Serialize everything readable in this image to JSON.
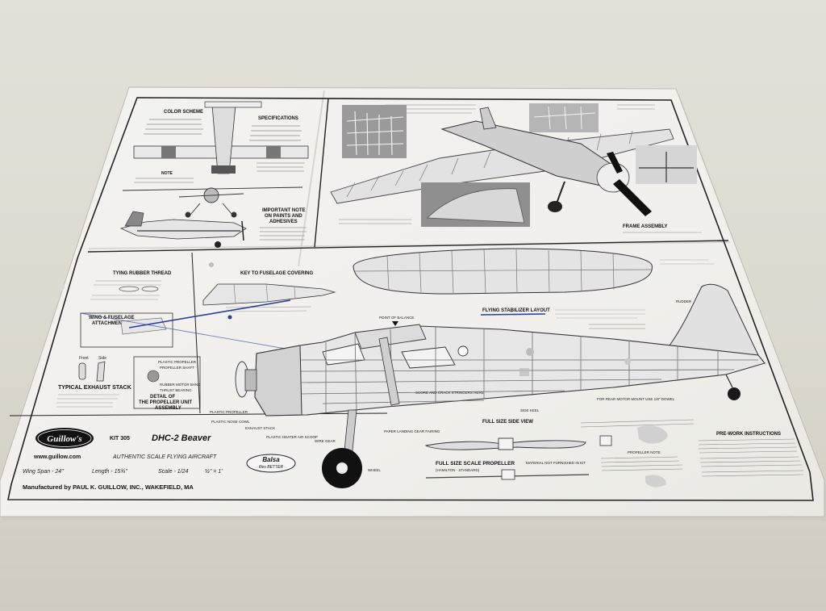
{
  "sheet": {
    "brand_logo": "Guillow's",
    "website": "www.guillow.com",
    "kit_number": "KIT 305",
    "model_name": "DHC-2 Beaver",
    "tagline": "AUTHENTIC SCALE FLYING AIRCRAFT",
    "wing_span": "Wing Span - 24\"",
    "length": "Length - 15¾\"",
    "scale": "Scale - 1/24",
    "scale_ratio": "½\" = 1'",
    "manufacturer": "Manufactured by PAUL K. GUILLOW, INC., WAKEFIELD, MA",
    "balsa_badge_line1": "Balsa",
    "balsa_badge_line2": "flies BETTER"
  },
  "top_left_panel": {
    "color_scheme": "COLOR SCHEME",
    "specifications": "SPECIFICATIONS",
    "note": "NOTE",
    "important_note_line1": "IMPORTANT NOTE",
    "important_note_line2": "ON PAINTS AND",
    "important_note_line3": "ADHESIVES"
  },
  "top_right_panel": {
    "frame_assembly": "FRAME ASSEMBLY"
  },
  "lower_left_panel": {
    "tying_rubber_thread": "TYING RUBBER THREAD",
    "key_to_fuselage_covering": "KEY TO FUSELAGE COVERING",
    "wing_fuselage_attachment_line1": "WING & FUSELAGE",
    "wing_fuselage_attachment_line2": "ATTACHMENT",
    "front_label": "Front",
    "side_label": "Side",
    "typical_exhaust_stack": "TYPICAL EXHAUST STACK",
    "plastic_propeller": "PLASTIC PROPELLER",
    "propeller_shaft": "PROPELLER SHAFT",
    "rubber_motor_band": "RUBBER MOTOR BAND",
    "thrust_bearing": "THRUST BEARING",
    "detail_line1": "DETAIL OF",
    "detail_line2": "THE PROPELLER UNIT",
    "detail_line3": "ASSEMBLY"
  },
  "plan_labels": {
    "flying_stabilizer_layout": "FLYING STABILIZER LAYOUT",
    "point_of_balance": "POINT OF BALANCE",
    "score_and_crack": "SCORE AND CRACK STRINGERS HERE",
    "full_size_side_view": "FULL SIZE SIDE VIEW",
    "full_size_scale_propeller": "FULL SIZE SCALE PROPELLER",
    "hamilton_standard": "(HAMILTON - STANDARD)",
    "material_not_furnished": "MATERIAL NOT FURNISHED IN KIT",
    "propeller_note": "PROPELLER NOTE",
    "pre_work_instructions": "PRE-WORK INSTRUCTIONS",
    "wire_gear": "WIRE GEAR",
    "wheel": "WHEEL",
    "paper_landing_gear_fairing": "PAPER LANDING GEAR FAIRING",
    "plastic_heater_air_scoop": "PLASTIC HEATER AIR SCOOP",
    "exhaust_stack": "EXHAUST STACK",
    "plastic_nose_cowl": "PLASTIC NOSE COWL",
    "plastic_propeller": "PLASTIC PROPELLER",
    "rudder": "RUDDER",
    "side_keel": "SIDE KEEL",
    "for_rear_motor": "FOR REAR MOTOR MOUNT USE 1/8\" DOWEL"
  },
  "colors": {
    "paper": "#f4f3ef",
    "ink": "#1d1d1d",
    "table": "#dcd9cf",
    "guide_line": "#2a3f9a"
  }
}
